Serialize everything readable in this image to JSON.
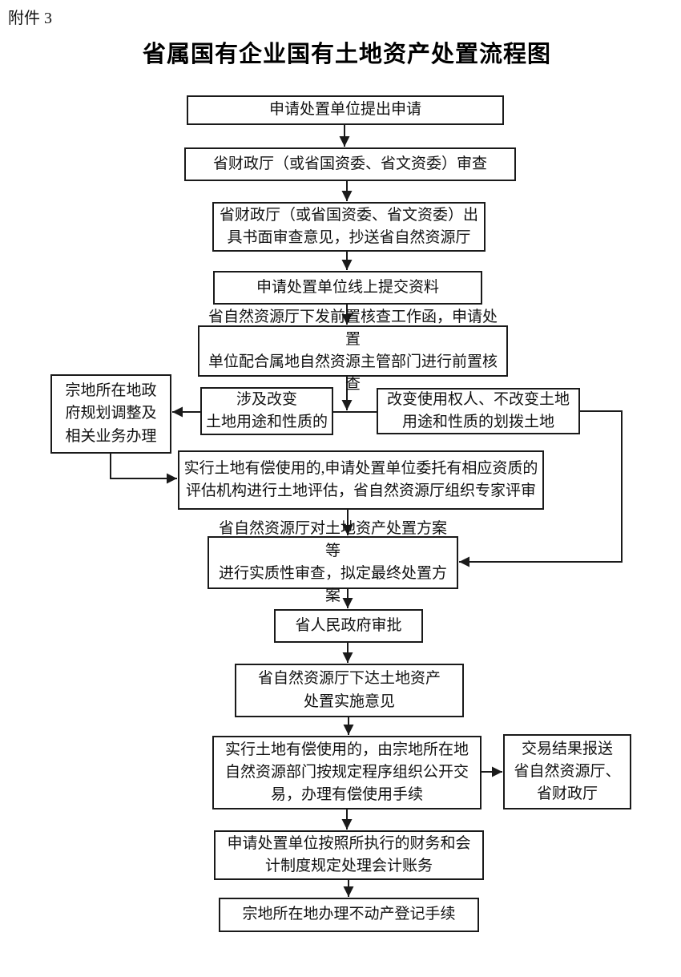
{
  "attachment_label": "附件 3",
  "title": "省属国有企业国有土地资产处置流程图",
  "colors": {
    "line": "#1a1a1a",
    "background": "#ffffff"
  },
  "nodes": {
    "apply": {
      "text": "申请处置单位提出申请"
    },
    "finreview": {
      "text": "省财政厅（或省国资委、省文资委）审查"
    },
    "opinion": {
      "text": "省财政厅（或省国资委、省文资委）出\n具书面审查意见，抄送省自然资源厅"
    },
    "online": {
      "text": "申请处置单位线上提交资料"
    },
    "precheck": {
      "text": "省自然资源厅下发前置核查工作函，申请处置\n单位配合属地自然资源主管部门进行前置核查"
    },
    "planning": {
      "text": "宗地所在地政\n府规划调整及\n相关业务办理"
    },
    "change": {
      "text": "涉及改变\n土地用途和性质的"
    },
    "allocated": {
      "text": "改变使用权人、不改变土地\n用途和性质的划拨土地"
    },
    "valuation": {
      "text": "实行土地有偿使用的,申请处置单位委托有相应资质的\n评估机构进行土地评估，省自然资源厅组织专家评审"
    },
    "substantive": {
      "text": "省自然资源厅对土地资产处置方案等\n进行实质性审查，拟定最终处置方案"
    },
    "approval": {
      "text": "省人民政府审批"
    },
    "implement": {
      "text": "省自然资源厅下达土地资产\n处置实施意见"
    },
    "trading": {
      "text": "实行土地有偿使用的，由宗地所在地\n自然资源部门按规定程序组织公开交\n易，办理有偿使用手续"
    },
    "report": {
      "text": "交易结果报送\n省自然资源厅、\n省财政厅"
    },
    "accounting": {
      "text": "申请处置单位按照所执行的财务和会\n计制度规定处理会计账务"
    },
    "registration": {
      "text": "宗地所在地办理不动产登记手续"
    }
  }
}
